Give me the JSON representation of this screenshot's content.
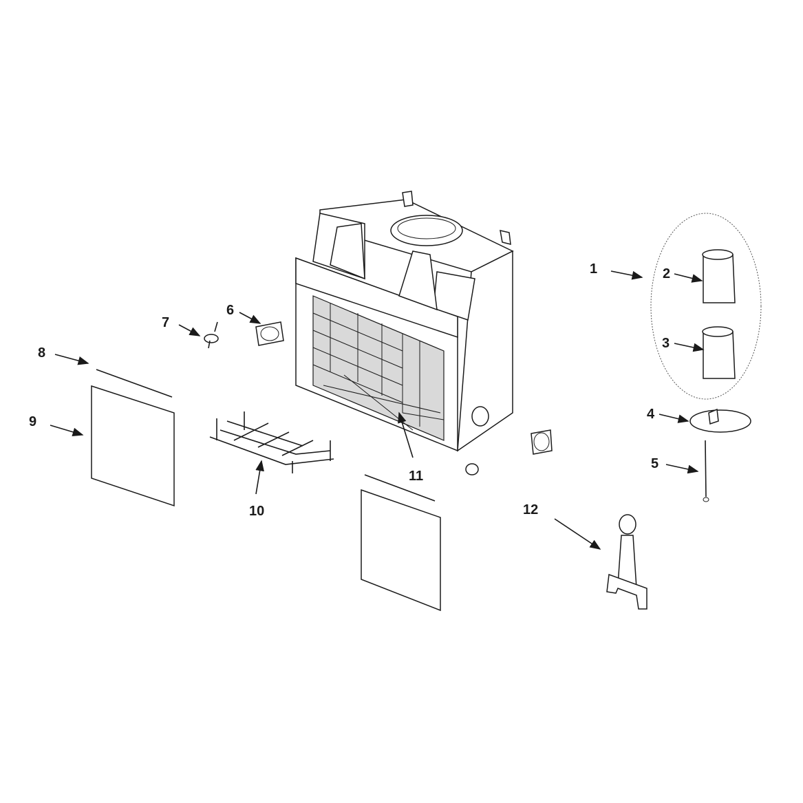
{
  "diagram": {
    "callouts": [
      {
        "number": "1",
        "part": "pipe-kit-group"
      },
      {
        "number": "2",
        "part": "flue-adapter-upper"
      },
      {
        "number": "3",
        "part": "flue-adapter-lower"
      },
      {
        "number": "4",
        "part": "damper-plate"
      },
      {
        "number": "5",
        "part": "damper-rod"
      },
      {
        "number": "6",
        "part": "outside-air-collar"
      },
      {
        "number": "7",
        "part": "damper-handle"
      },
      {
        "number": "8",
        "part": "screen-rod"
      },
      {
        "number": "9",
        "part": "screen-panel-left"
      },
      {
        "number": "10",
        "part": "log-grate"
      },
      {
        "number": "11",
        "part": "refractory-brick-liner"
      },
      {
        "number": "12",
        "part": "fireplace-tool-stand"
      }
    ]
  }
}
